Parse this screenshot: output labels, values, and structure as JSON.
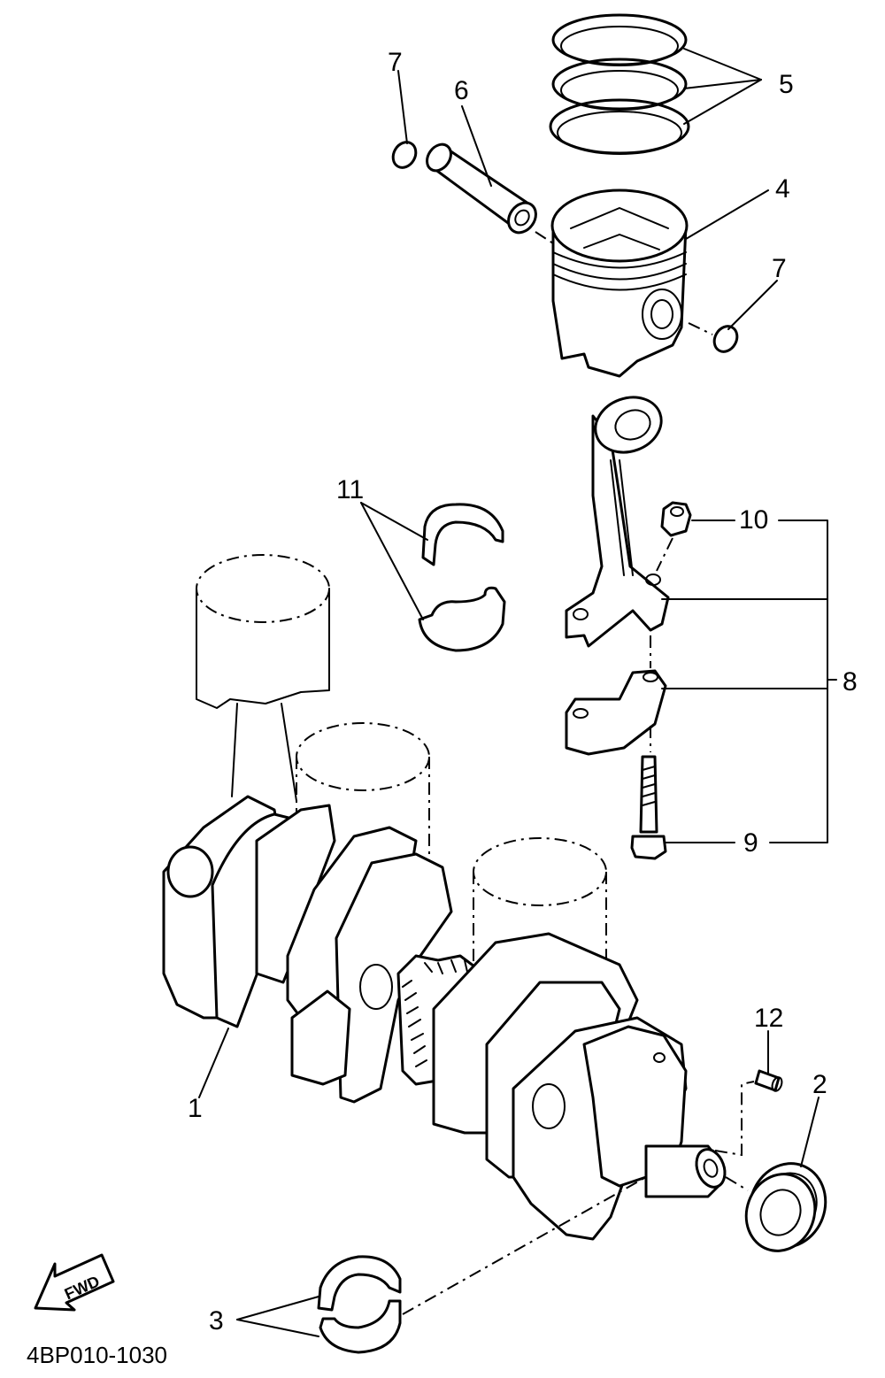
{
  "callouts": {
    "c1": "1",
    "c2": "2",
    "c3": "3",
    "c4": "4",
    "c5": "5",
    "c6": "6",
    "c7a": "7",
    "c7b": "7",
    "c8": "8",
    "c9": "9",
    "c10": "10",
    "c11": "11",
    "c12": "12"
  },
  "fwd_label": "FWD",
  "diagram_code": "4BP010-1030",
  "colors": {
    "line": "#000000",
    "background": "#ffffff"
  }
}
